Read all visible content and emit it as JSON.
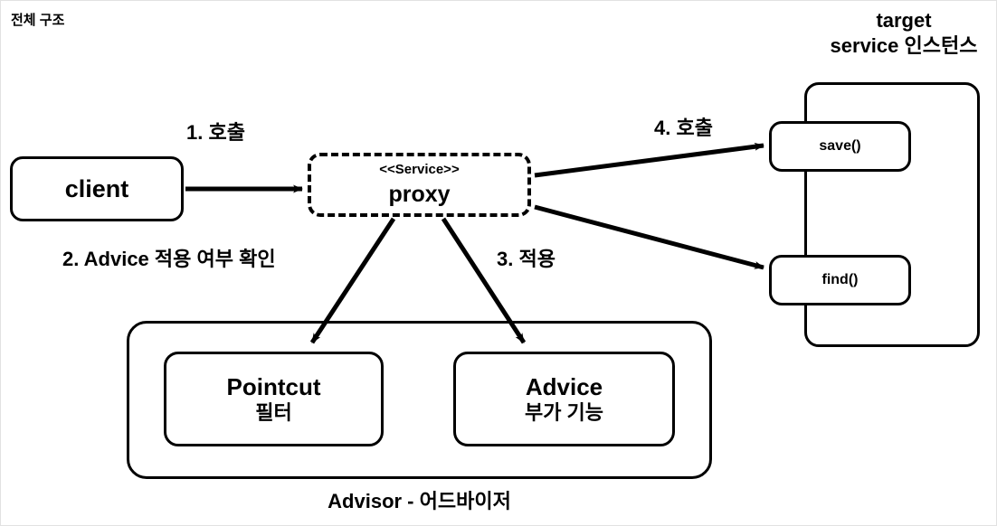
{
  "diagram": {
    "title": "전체 구조",
    "colors": {
      "stroke": "#000000",
      "background": "#ffffff",
      "frame_border": "#e2e2e2"
    }
  },
  "nodes": {
    "client": {
      "label": "client"
    },
    "proxy": {
      "stereotype": "<<Service>>",
      "name": "proxy",
      "border_style": "dashed"
    },
    "target": {
      "heading_line1": "target",
      "heading_line2": "service 인스턴스",
      "methods": [
        {
          "label": "save()"
        },
        {
          "label": "find()"
        }
      ]
    },
    "advisor": {
      "caption": "Advisor - 어드바이저",
      "children": [
        {
          "title": "Pointcut",
          "subtitle": "필터"
        },
        {
          "title": "Advice",
          "subtitle": "부가 기능"
        }
      ]
    }
  },
  "flows": [
    {
      "step": "1",
      "label": "1. 호출",
      "from": "client",
      "to": "proxy"
    },
    {
      "step": "2",
      "label": "2. Advice 적용 여부 확인",
      "from": "proxy",
      "to": "pointcut"
    },
    {
      "step": "3",
      "label": "3. 적용",
      "from": "proxy",
      "to": "advice"
    },
    {
      "step": "4",
      "label": "4. 호출",
      "from": "proxy",
      "to": "save()"
    }
  ]
}
